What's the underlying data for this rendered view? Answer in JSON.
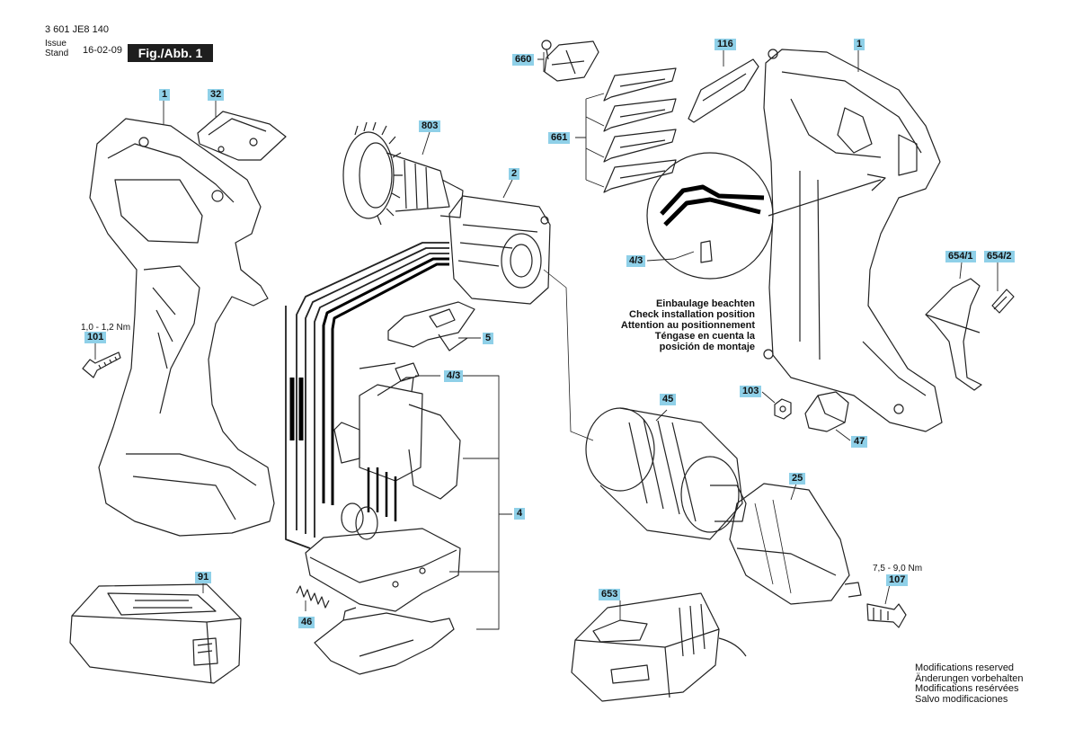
{
  "header": {
    "doc_number": "3 601 JE8 140",
    "issue_label": "Issue",
    "stand_label": "Stand",
    "issue_date": "16-02-09",
    "figure_label": "Fig./Abb. 1"
  },
  "callouts": [
    {
      "id": "c660",
      "text": "660"
    },
    {
      "id": "c116",
      "text": "116"
    },
    {
      "id": "c1_top",
      "text": "1"
    },
    {
      "id": "c1_left",
      "text": "1"
    },
    {
      "id": "c32",
      "text": "32"
    },
    {
      "id": "c803",
      "text": "803"
    },
    {
      "id": "c661",
      "text": "661"
    },
    {
      "id": "c2",
      "text": "2"
    },
    {
      "id": "c4_3a",
      "text": "4/3"
    },
    {
      "id": "c654_1",
      "text": "654/1"
    },
    {
      "id": "c654_2",
      "text": "654/2"
    },
    {
      "id": "c101",
      "text": "101"
    },
    {
      "id": "c5",
      "text": "5"
    },
    {
      "id": "c4_3b",
      "text": "4/3"
    },
    {
      "id": "c103",
      "text": "103"
    },
    {
      "id": "c45",
      "text": "45"
    },
    {
      "id": "c47",
      "text": "47"
    },
    {
      "id": "c25",
      "text": "25"
    },
    {
      "id": "c4",
      "text": "4"
    },
    {
      "id": "c91",
      "text": "91"
    },
    {
      "id": "c653",
      "text": "653"
    },
    {
      "id": "c107",
      "text": "107"
    },
    {
      "id": "c46",
      "text": "46"
    }
  ],
  "torque": {
    "screw_101": "1,0 - 1,2 Nm",
    "screw_107": "7,5 - 9,0 Nm"
  },
  "installation_note": [
    "Einbaulage beachten",
    "Check installation position",
    "Attention au positionnement",
    "Téngase en cuenta la",
    "posición de montaje"
  ],
  "modifications": [
    "Modifications reserved",
    "Änderungen vorbehalten",
    "Modifications resérvées",
    "Salvo modificaciones"
  ],
  "colors": {
    "callout_bg": "#8fd0e8",
    "figure_bg": "#1e1e1e",
    "line": "#222222"
  }
}
